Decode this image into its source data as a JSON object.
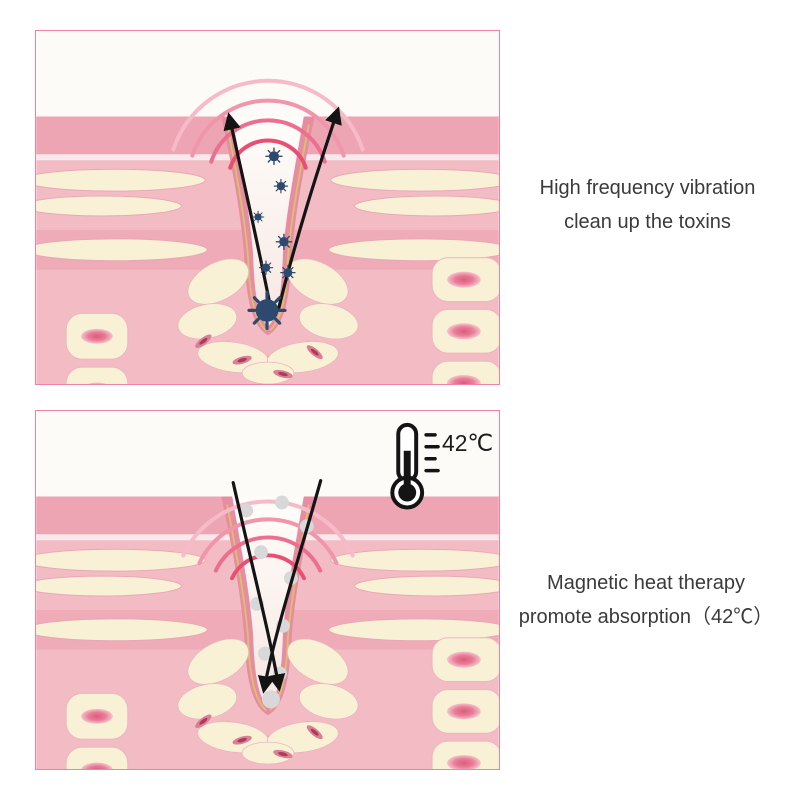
{
  "page": {
    "background": "#ffffff"
  },
  "panels": [
    {
      "id": "high-frequency-vibration",
      "caption": [
        "High frequency vibration",
        "clean up the toxins"
      ]
    },
    {
      "id": "magnetic-heat-therapy",
      "caption": [
        "Magnetic heat therapy",
        "promote absorption（42℃）"
      ],
      "temperature_label": "42℃"
    }
  ],
  "palette": {
    "panel_border": "#ee82a2",
    "skin_base": "#f3bcc4",
    "skin_band_dark": "#eda5b3",
    "pore_wall": "#e78da3",
    "fiber_cream": "#f9f1d6",
    "fiber_outline": "#e9a8b4",
    "nucleus_pink": "#dd5c7e",
    "wave_pink": "#e84f74",
    "toxin_navy": "#2d4a6e",
    "particle_gray": "#d8d8d8",
    "arrow_black": "#141414",
    "caption_text": "#3a3a3a"
  }
}
